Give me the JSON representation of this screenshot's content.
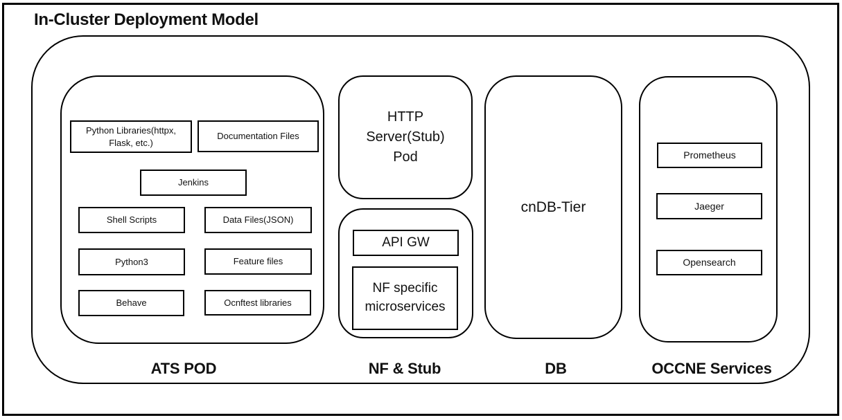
{
  "title": "In-Cluster Deployment Model",
  "ats_pod": {
    "label": "ATS POD",
    "boxes": {
      "python_libraries": "Python Libraries(httpx, Flask, etc.)",
      "documentation_files": "Documentation Files",
      "jenkins": "Jenkins",
      "shell_scripts": "Shell Scripts",
      "data_files": "Data Files(JSON)",
      "python3": "Python3",
      "feature_files": "Feature files",
      "behave": "Behave",
      "ocnftest_libraries": "Ocnftest libraries"
    }
  },
  "nf_stub": {
    "label": "NF & Stub",
    "http_server_pod": "HTTP Server(Stub) Pod",
    "api_gw": "API GW",
    "nf_microservices": "NF specific microservices"
  },
  "db": {
    "label": "DB",
    "cndb_tier": "cnDB-Tier"
  },
  "occne": {
    "label": "OCCNE Services",
    "boxes": {
      "prometheus": "Prometheus",
      "jaeger": "Jaeger",
      "opensearch": "Opensearch"
    }
  },
  "colors": {
    "line": "#000000",
    "background": "#ffffff",
    "text": "#111111"
  }
}
